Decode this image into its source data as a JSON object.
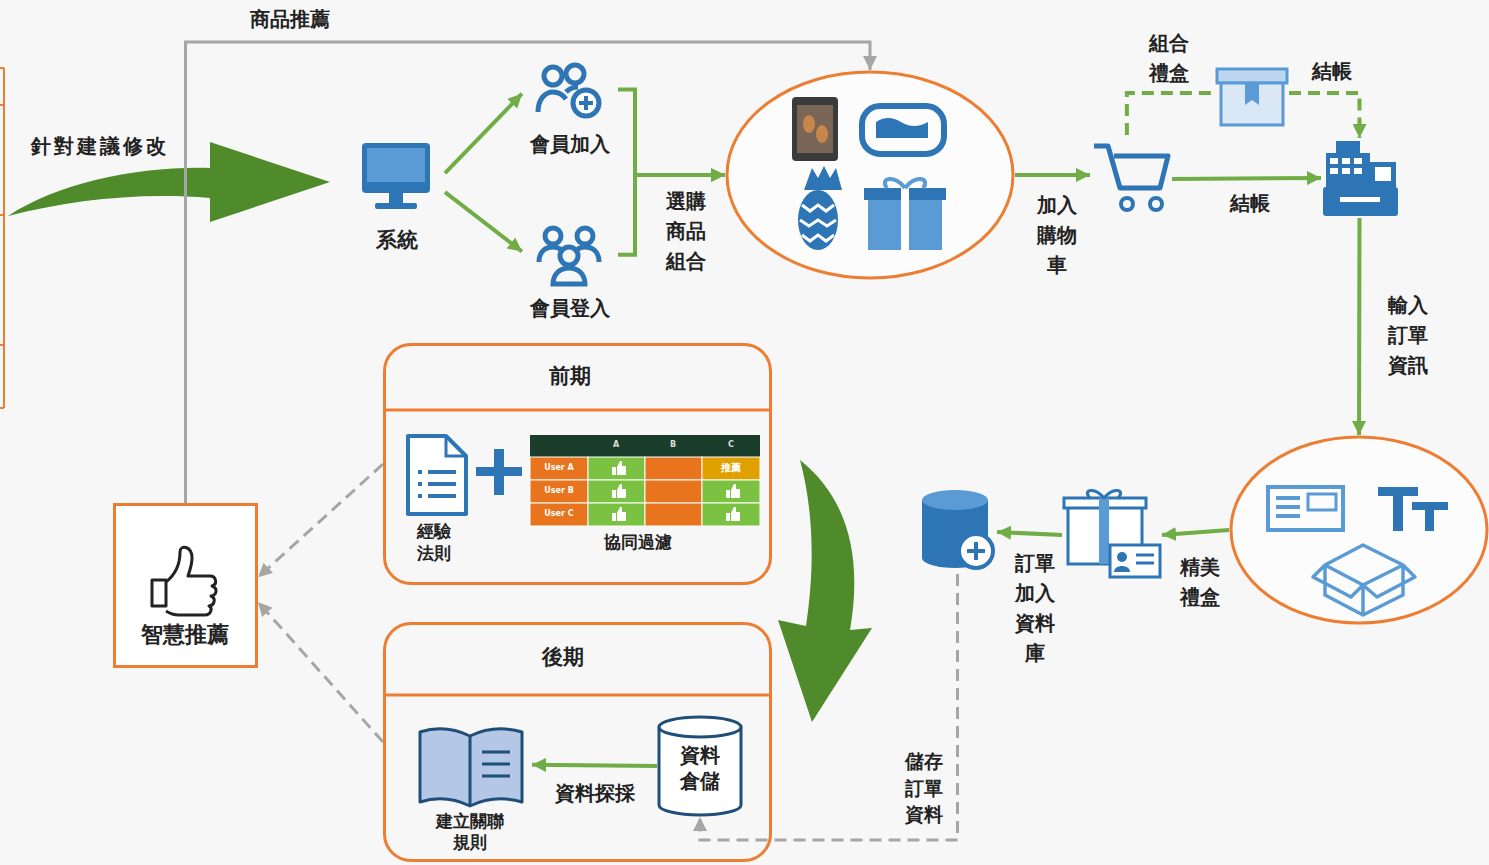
{
  "diagram": {
    "nodes": [
      {
        "text": [
          "系統"
        ]
      },
      {
        "text": [
          "會員加入"
        ]
      },
      {
        "text": [
          "會員登入"
        ]
      },
      {
        "text": []
      },
      {
        "text": []
      },
      {
        "text": []
      },
      {
        "text": []
      },
      {
        "text": []
      },
      {
        "text": []
      },
      {
        "text": []
      },
      {
        "text": [
          "智慧推薦"
        ]
      },
      {
        "text": [
          "前期"
        ]
      },
      {
        "text": [
          "經驗法則"
        ],
        "in": 11
      },
      {
        "text": [
          "協同過濾"
        ],
        "in": 11
      },
      {
        "text": [
          "後期"
        ]
      },
      {
        "text": [
          "資料倉儲"
        ],
        "in": 14
      },
      {
        "text": [
          "建立關聯規則"
        ],
        "in": 14
      }
    ],
    "edges": [
      {
        "from": 0,
        "to": 1,
        "arrow": "to"
      },
      {
        "from": 0,
        "to": 2,
        "arrow": "to"
      },
      {
        "from": 1,
        "to": 3,
        "arrow": "to",
        "label": "選購商品組合"
      },
      {
        "from": 2,
        "to": 3,
        "arrow": "to"
      },
      {
        "from": 3,
        "to": 4,
        "arrow": "to",
        "label": "加入購物車"
      },
      {
        "from": 4,
        "to": 5,
        "arrow": "none",
        "label": "組合禮盒"
      },
      {
        "from": 5,
        "to": 6,
        "arrow": "to",
        "label": "結帳"
      },
      {
        "from": 4,
        "to": 6,
        "arrow": "to",
        "label": "結帳"
      },
      {
        "from": 6,
        "to": 7,
        "arrow": "to",
        "label": "輸入訂單資訊"
      },
      {
        "from": 7,
        "to": 8,
        "arrow": "to",
        "label": "精美禮盒"
      },
      {
        "from": 8,
        "to": 9,
        "arrow": "to",
        "label": "訂單加入資料庫"
      },
      {
        "from": 9,
        "to": 15,
        "arrow": "to",
        "label": "儲存訂單資料"
      },
      {
        "from": 15,
        "to": 16,
        "arrow": "to",
        "label": "資料探採"
      },
      {
        "from": 10,
        "to": 3,
        "arrow": "to",
        "label": "商品推薦"
      },
      {
        "from": 11,
        "to": 10,
        "arrow": "to"
      },
      {
        "from": 14,
        "to": 10,
        "arrow": "to"
      }
    ],
    "labels": [
      "針對建議修改",
      "A",
      "B",
      "C",
      "User A",
      "User B",
      "User C",
      "推薦"
    ]
  }
}
